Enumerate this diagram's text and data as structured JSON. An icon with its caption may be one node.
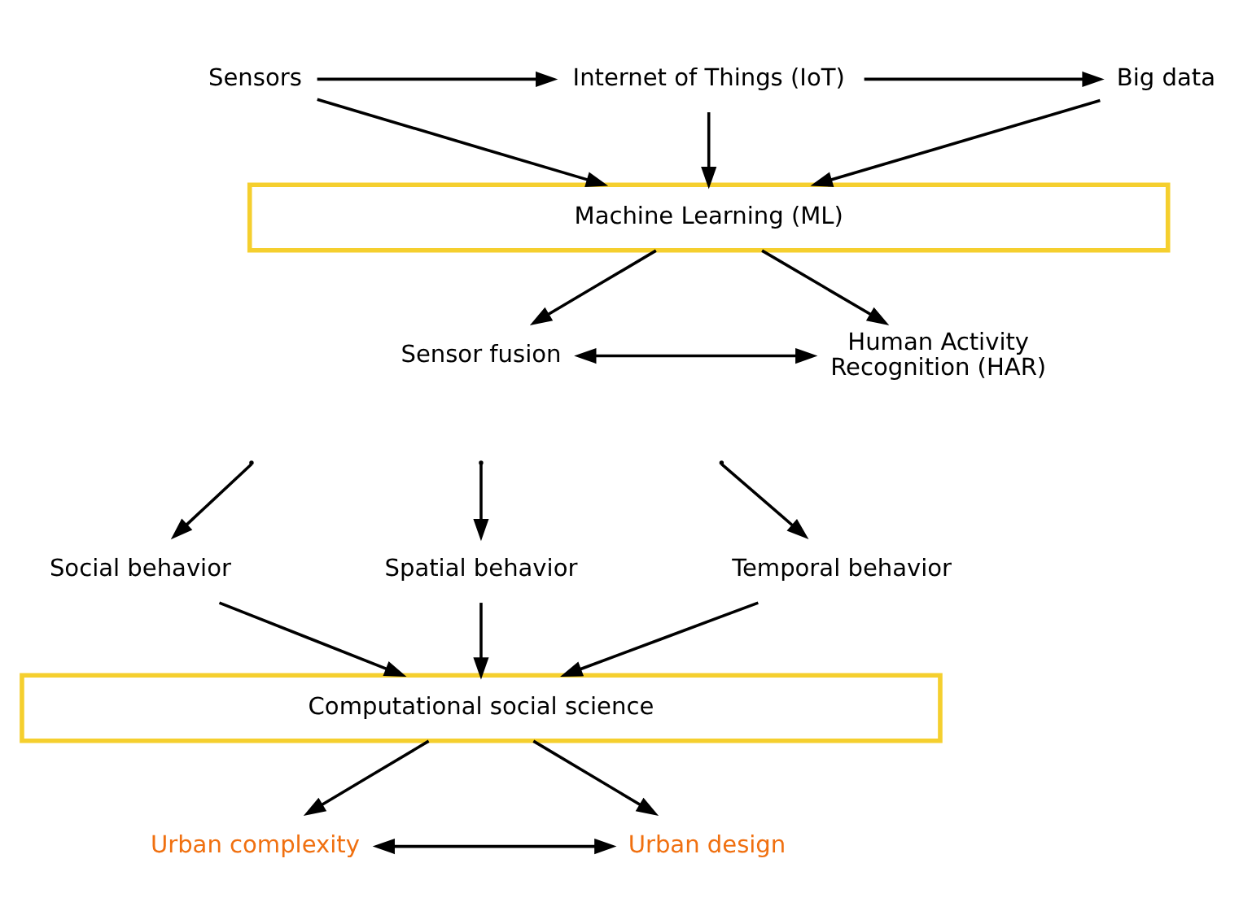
{
  "diagram": {
    "nodes": [
      {
        "text": [
          "Sensors"
        ]
      },
      {
        "text": [
          "Internet of Things (IoT)"
        ]
      },
      {
        "text": [
          "Big data"
        ]
      },
      {
        "text": [
          "Machine Learning (ML)"
        ]
      },
      {
        "text": [
          "Sensor fusion"
        ]
      },
      {
        "text": [
          "Human Activity Recognition (HAR)"
        ]
      },
      {
        "text": [
          "Social behavior"
        ]
      },
      {
        "text": [
          "Spatial behavior"
        ]
      },
      {
        "text": [
          "Temporal behavior"
        ]
      },
      {
        "text": [
          "Computational social science"
        ]
      },
      {
        "text": [
          "Urban complexity"
        ]
      },
      {
        "text": [
          "Urban design"
        ]
      }
    ],
    "edges": [
      {
        "from": 0,
        "to": 1,
        "arrow": "to"
      },
      {
        "from": 1,
        "to": 2,
        "arrow": "to"
      },
      {
        "from": 0,
        "to": 3,
        "arrow": "to"
      },
      {
        "from": 1,
        "to": 3,
        "arrow": "to"
      },
      {
        "from": 2,
        "to": 3,
        "arrow": "to"
      },
      {
        "from": 3,
        "to": 4,
        "arrow": "to"
      },
      {
        "from": 3,
        "to": 5,
        "arrow": "to"
      },
      {
        "from": 4,
        "to": 5,
        "arrow": "both"
      },
      {
        "from": null,
        "to": 6,
        "arrow": "to"
      },
      {
        "from": null,
        "to": 7,
        "arrow": "to"
      },
      {
        "from": null,
        "to": 8,
        "arrow": "to"
      },
      {
        "from": 6,
        "to": 9,
        "arrow": "to"
      },
      {
        "from": 7,
        "to": 9,
        "arrow": "to"
      },
      {
        "from": 8,
        "to": 9,
        "arrow": "to"
      },
      {
        "from": 9,
        "to": 10,
        "arrow": "to"
      },
      {
        "from": 9,
        "to": 11,
        "arrow": "to"
      },
      {
        "from": 10,
        "to": 11,
        "arrow": "both"
      }
    ]
  }
}
